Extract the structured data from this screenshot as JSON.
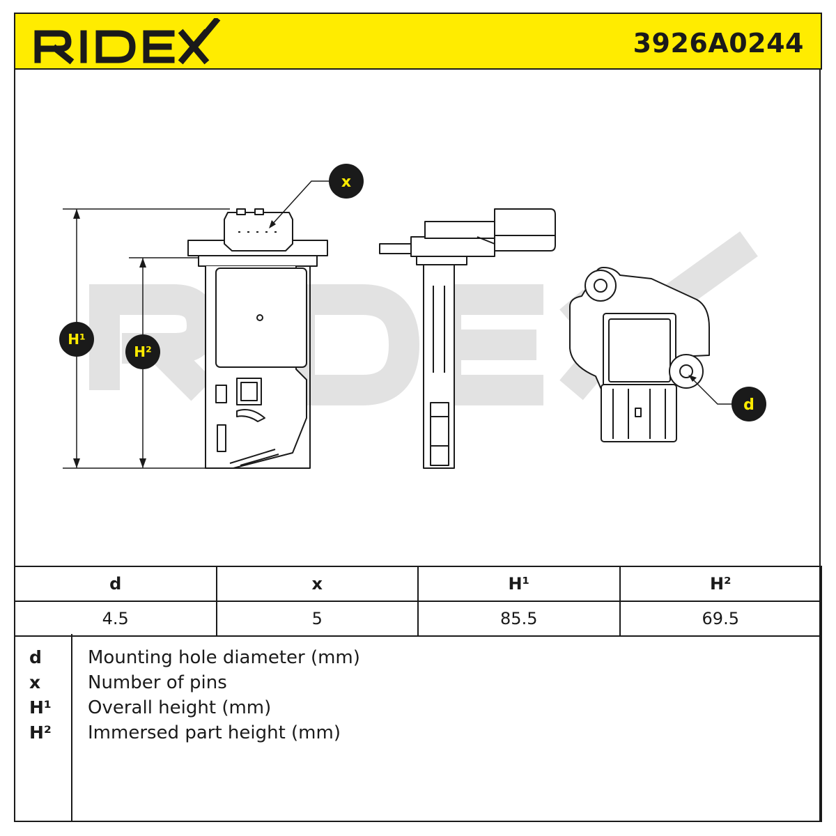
{
  "header": {
    "brand": "RIDEX",
    "part_number": "3926A0244",
    "background_color": "#ffec00"
  },
  "drawing": {
    "callouts": {
      "x": "x",
      "h1": "H¹",
      "h2": "H²",
      "d": "d"
    },
    "watermark": "RIDEX"
  },
  "table": {
    "headers": [
      "d",
      "x",
      "H¹",
      "H²"
    ],
    "values": [
      "4.5",
      "5",
      "85.5",
      "69.5"
    ]
  },
  "legend": [
    {
      "key": "d",
      "description": "Mounting hole diameter (mm)"
    },
    {
      "key": "x",
      "description": "Number of pins"
    },
    {
      "key": "H¹",
      "description": "Overall height (mm)"
    },
    {
      "key": "H²",
      "description": "Immersed part height (mm)"
    }
  ]
}
